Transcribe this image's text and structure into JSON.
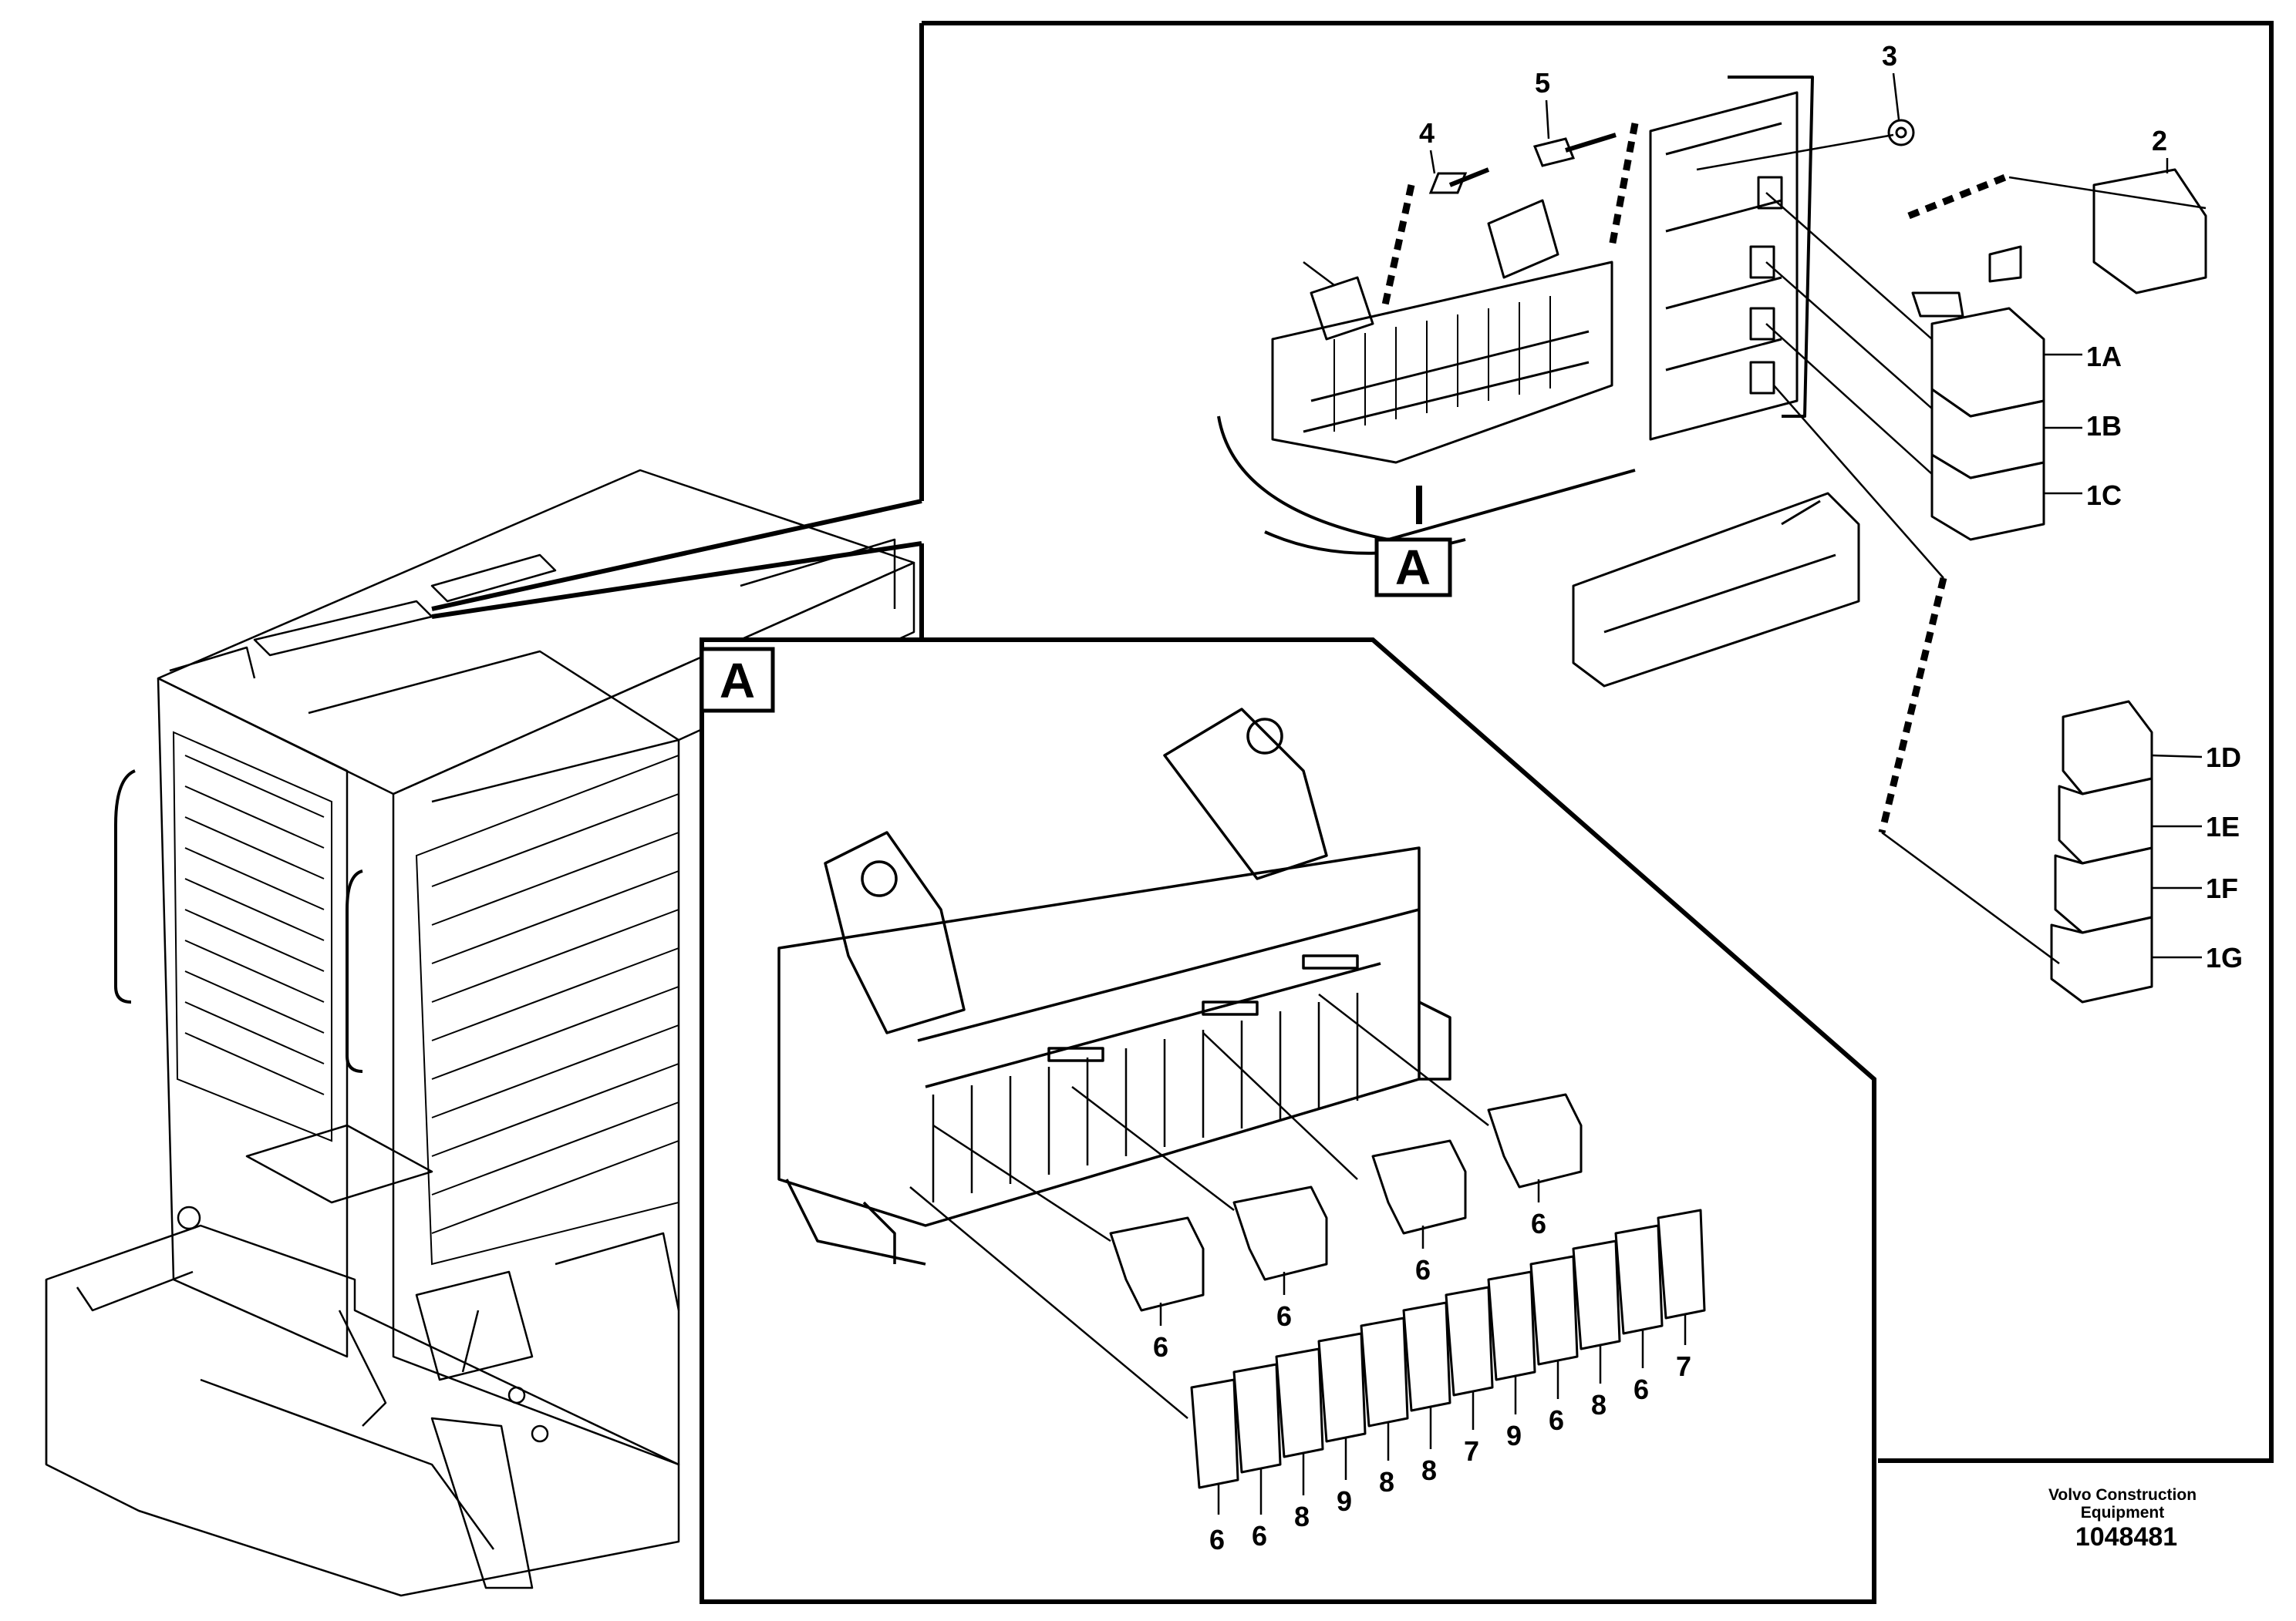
{
  "footer": {
    "brand_line1": "Volvo Construction",
    "brand_line2": "Equipment",
    "drawing_number": "1048481"
  },
  "detail": {
    "marker_top": "A",
    "marker_inset": "A"
  },
  "callouts": {
    "top": [
      "1A",
      "1B",
      "1C",
      "1D",
      "1E",
      "1F",
      "1G",
      "2",
      "3",
      "4",
      "5"
    ],
    "inset_upper": [
      "6",
      "6",
      "6",
      "6"
    ],
    "inset_lower": [
      "6",
      "6",
      "8",
      "9",
      "8",
      "8",
      "7",
      "9",
      "6",
      "8",
      "6",
      "7"
    ]
  }
}
